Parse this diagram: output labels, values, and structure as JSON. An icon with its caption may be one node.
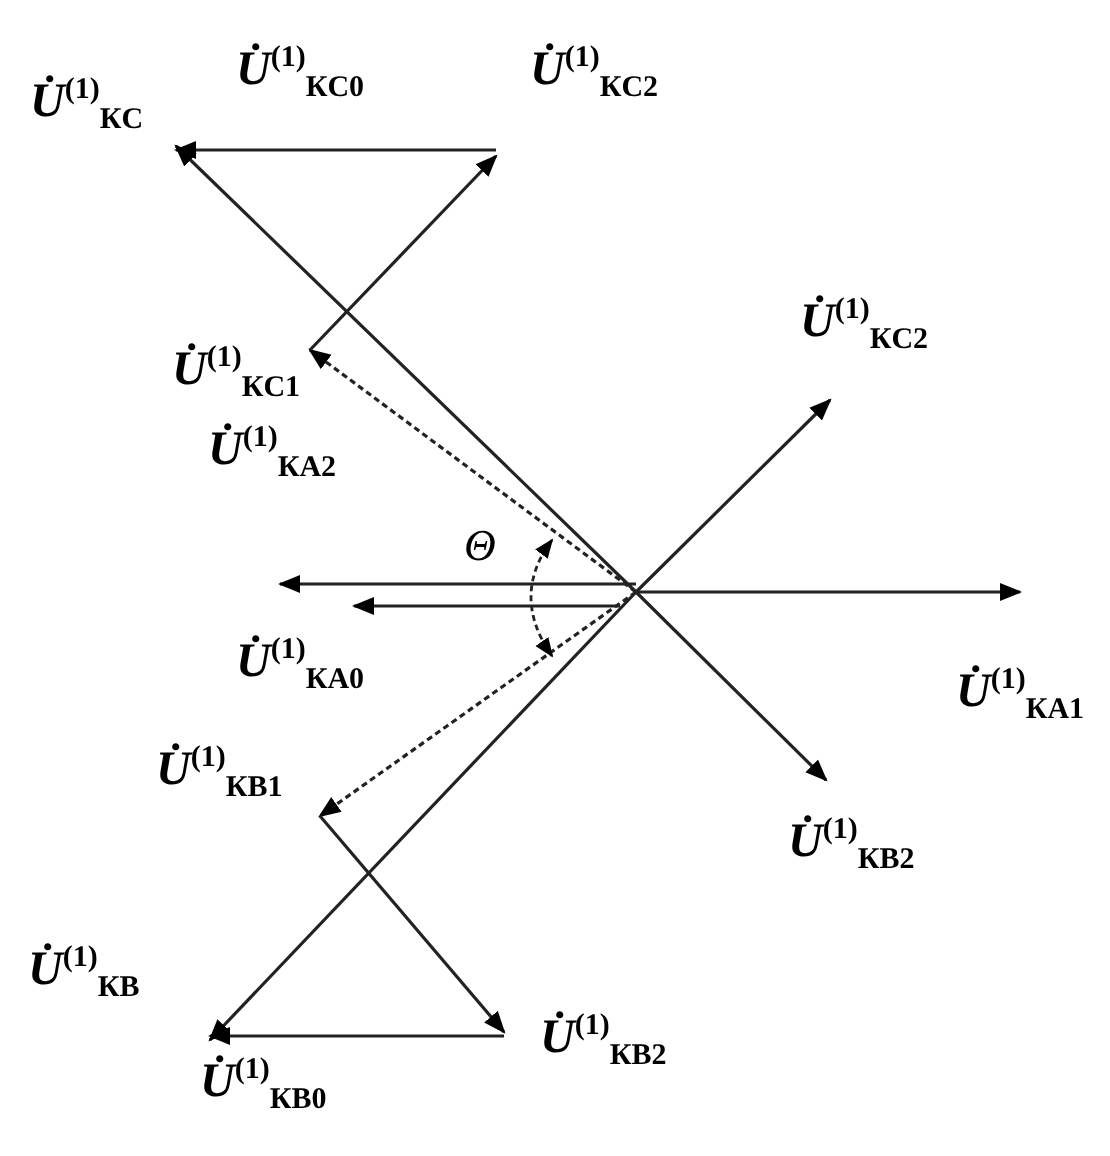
{
  "diagram": {
    "labels": [
      "*U̇*$^{(1)}$$_{КC0}$",
      "*U̇*$^{(1)}$$_{КC}$",
      "*U̇*$^{(1)}$$_{КC2}$",
      "*U̇*$^{(1)}$$_{КC2}$",
      "*U̇*$^{(1)}$$_{КC1}$",
      "*U̇*$^{(1)}$$_{КA2}$",
      "Θ",
      "*U̇*$^{(1)}$$_{КA0}$",
      "*U̇*$^{(1)}$$_{КA1}$",
      "*U̇*$^{(1)}$$_{КB1}$",
      "*U̇*$^{(1)}$$_{КB2}$",
      "*U̇*$^{(1)}$$_{КB}$",
      "*U̇*$^{(1)}$$_{КB2}$",
      "*U̇*$^{(1)}$$_{КB0}$"
    ]
  }
}
